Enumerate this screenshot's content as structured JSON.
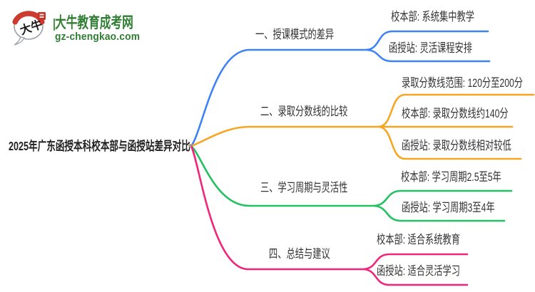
{
  "logo": {
    "icon": "daniu-speech-bubble-icon",
    "icon_text": "大牛",
    "title": "大牛教育成考网",
    "domain": "gz-chengkao.com",
    "brand_color": "#2e7d32",
    "seal_color": "#c13528"
  },
  "mindmap": {
    "root": "2025年广东函授本科校本部与函授站差异对比",
    "branches": [
      {
        "label": "一、授课模式的差异",
        "color": "#3e82f7",
        "children": [
          "校本部: 系统集中教学",
          "函授站: 灵活课程安排"
        ]
      },
      {
        "label": "二、录取分数线的比较",
        "color": "#f5a623",
        "children": [
          "录取分数线范围: 120分至200分",
          "校本部: 录取分数线约140分",
          "函授站: 录取分数线相对较低"
        ]
      },
      {
        "label": "三、学习周期与灵活性",
        "color": "#24c163",
        "children": [
          "校本部: 学习周期2.5至5年",
          "函授站: 学习周期3至4年"
        ]
      },
      {
        "label": "四、总结与建议",
        "color": "#f0257c",
        "children": [
          "校本部: 适合系统教育",
          "函授站: 适合灵活学习"
        ]
      }
    ],
    "junction_dot_color": "#a89585"
  }
}
